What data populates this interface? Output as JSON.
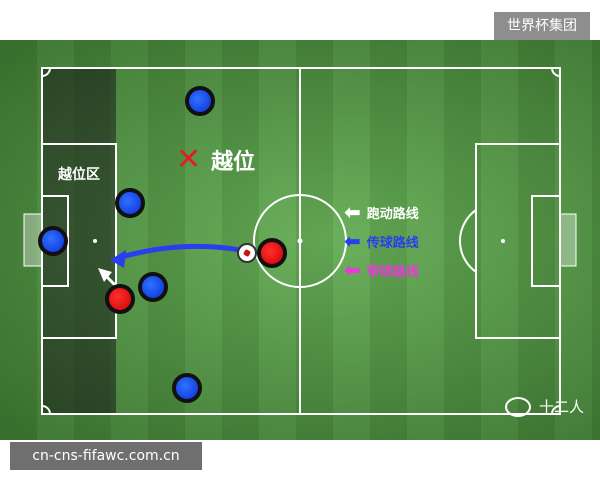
{
  "brand": "世界杯集团",
  "offside_zone_label": "越位区",
  "offside_mark": "越位",
  "legend": [
    {
      "label": "跑动路线",
      "color": "#ffffff"
    },
    {
      "label": "传球路线",
      "color": "#2a3df0"
    },
    {
      "label": "带球路线",
      "color": "#e83ad8"
    }
  ],
  "watermark": "十二人",
  "source": "cn-cns-fifawc.com.cn",
  "colors": {
    "pitch_light": "#5aa84a",
    "pitch_dark": "#4f9a3f",
    "attacker": "#e01010",
    "defender": "#0b2fd8",
    "pass_arrow": "#2a3df0"
  }
}
